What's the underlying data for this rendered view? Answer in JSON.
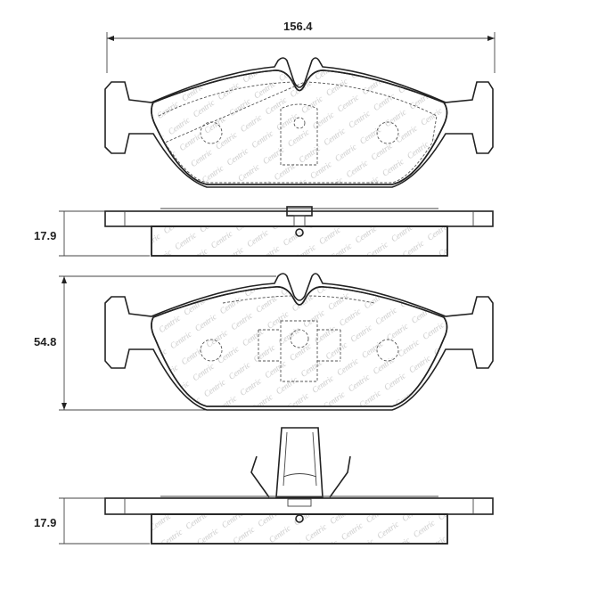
{
  "dimensions": {
    "width": "156.4",
    "thickness_top": "17.9",
    "height": "54.8",
    "thickness_bottom": "17.9"
  },
  "watermark": "Centric",
  "colors": {
    "line": "#222222",
    "friction_fill": "#f4f4f4",
    "watermark": "#c8c8c8"
  }
}
